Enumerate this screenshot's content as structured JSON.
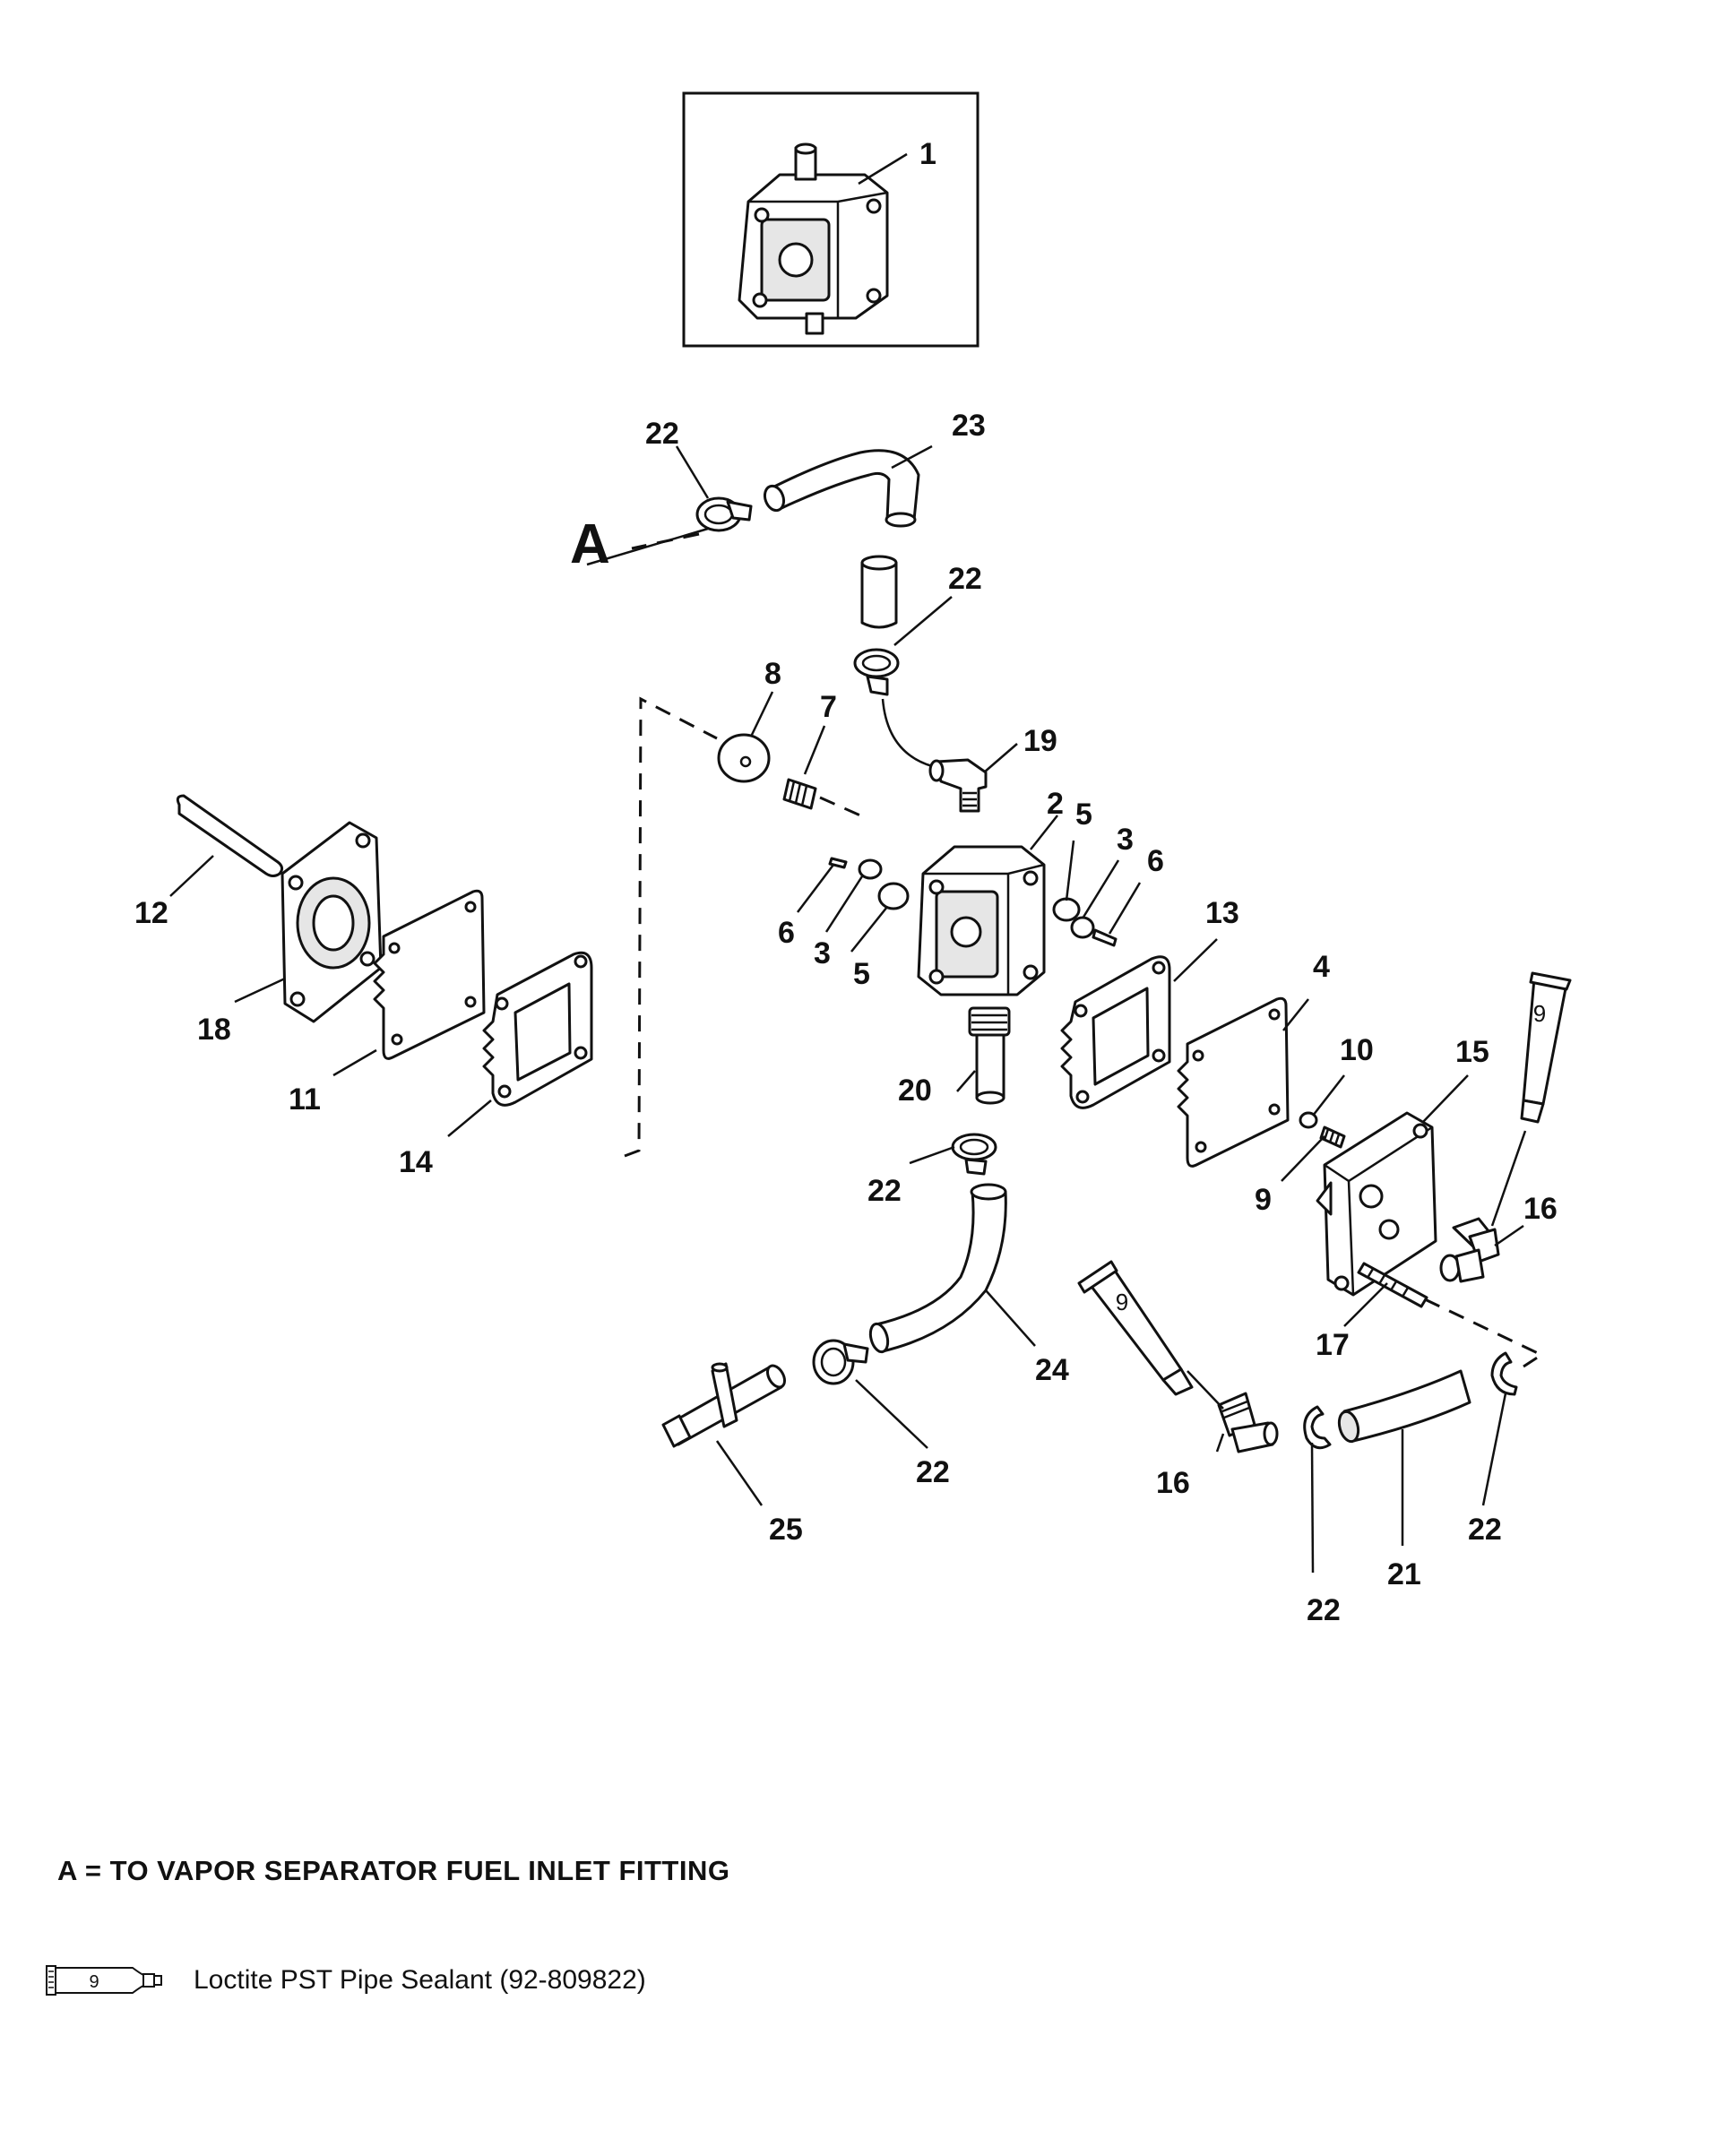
{
  "diagram": {
    "callouts": [
      {
        "id": "c1",
        "label": "1"
      },
      {
        "id": "c2",
        "label": "2"
      },
      {
        "id": "c3a",
        "label": "3"
      },
      {
        "id": "c3b",
        "label": "3"
      },
      {
        "id": "c4",
        "label": "4"
      },
      {
        "id": "c5a",
        "label": "5"
      },
      {
        "id": "c5b",
        "label": "5"
      },
      {
        "id": "c6a",
        "label": "6"
      },
      {
        "id": "c6b",
        "label": "6"
      },
      {
        "id": "c7",
        "label": "7"
      },
      {
        "id": "c8",
        "label": "8"
      },
      {
        "id": "c9a",
        "label": "9"
      },
      {
        "id": "c10",
        "label": "10"
      },
      {
        "id": "c11",
        "label": "11"
      },
      {
        "id": "c12",
        "label": "12"
      },
      {
        "id": "c13",
        "label": "13"
      },
      {
        "id": "c14",
        "label": "14"
      },
      {
        "id": "c15",
        "label": "15"
      },
      {
        "id": "c16a",
        "label": "16"
      },
      {
        "id": "c16b",
        "label": "16"
      },
      {
        "id": "c17",
        "label": "17"
      },
      {
        "id": "c18",
        "label": "18"
      },
      {
        "id": "c19",
        "label": "19"
      },
      {
        "id": "c20",
        "label": "20"
      },
      {
        "id": "c21",
        "label": "21"
      },
      {
        "id": "c22a",
        "label": "22"
      },
      {
        "id": "c22b",
        "label": "22"
      },
      {
        "id": "c22c",
        "label": "22"
      },
      {
        "id": "c22d",
        "label": "22"
      },
      {
        "id": "c22e",
        "label": "22"
      },
      {
        "id": "c22f",
        "label": "22"
      },
      {
        "id": "c23",
        "label": "23"
      },
      {
        "id": "c24",
        "label": "24"
      },
      {
        "id": "c25",
        "label": "25"
      }
    ],
    "ref_a": "A",
    "tube_mark": "9"
  },
  "footnote": "A = TO VAPOR SEPARATOR FUEL INLET FITTING",
  "legend": {
    "icon_number": "9",
    "text": "Loctite PST Pipe Sealant (92-809822)"
  }
}
